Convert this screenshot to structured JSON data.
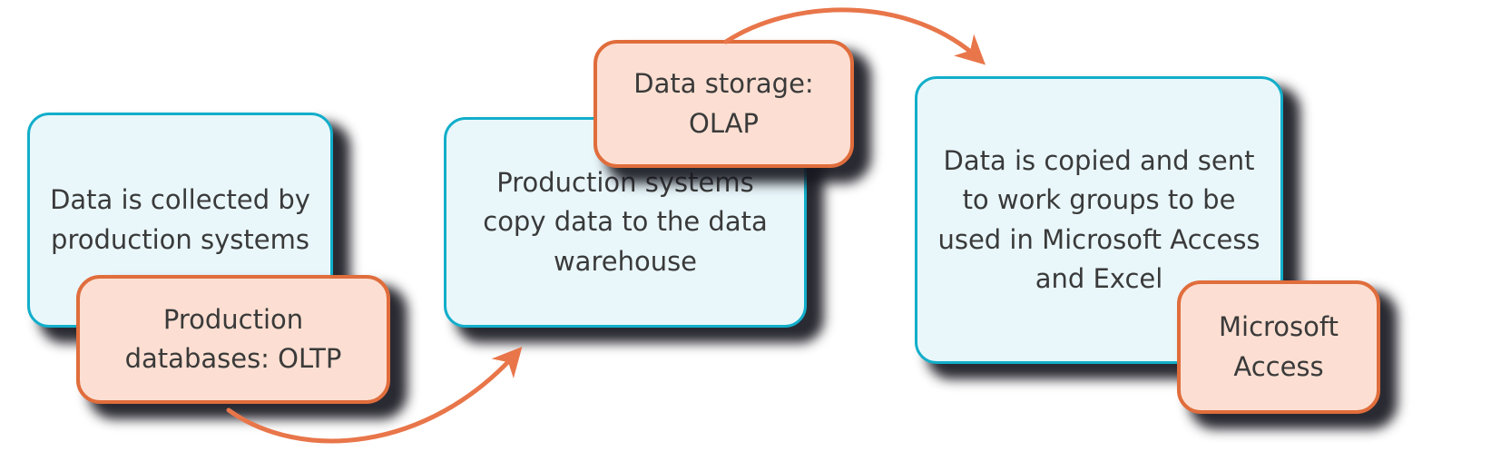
{
  "diagram": {
    "type": "flow-diagram",
    "steps": [
      {
        "label": "Data is collected by production systems",
        "tag": "Production databases: OLTP"
      },
      {
        "label": "Production systems copy data to the data warehouse",
        "tag": "Data storage: OLAP"
      },
      {
        "label": "Data is copied and sent to work groups to be used in Microsoft Access and Excel",
        "tag": "Microsoft Access"
      }
    ],
    "connectors": [
      {
        "from": "Production databases: OLTP",
        "to": "Production systems copy data to the data warehouse",
        "shape": "curved-arrow"
      },
      {
        "from": "Data storage: OLAP",
        "to": "Data is copied and sent to work groups to be used in Microsoft Access and Excel",
        "shape": "curved-arrow"
      }
    ],
    "colors": {
      "step_fill": "#e9f7fb",
      "step_border": "#12aeca",
      "tag_fill": "#fcdfd2",
      "tag_border": "#e06d3c",
      "arrow": "#e8764a",
      "shadow": "#181821",
      "text": "#3a3a3a",
      "background": "#ffffff"
    }
  }
}
